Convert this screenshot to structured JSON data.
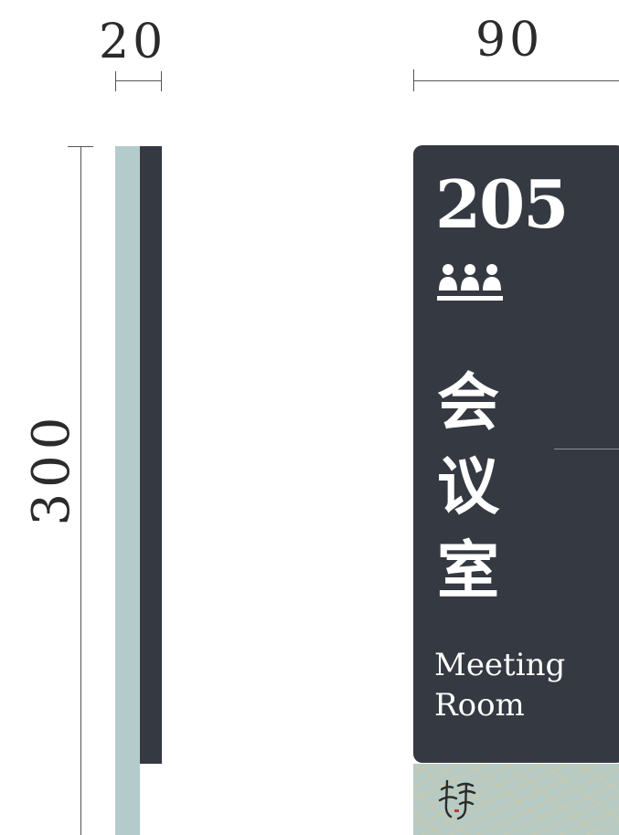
{
  "dimensions": {
    "side_width": "20",
    "front_width": "90",
    "height": "300"
  },
  "sign": {
    "room_number": "205",
    "icon": "meeting-people-icon",
    "room_name_cn": "会议室",
    "room_name_en": "Meeting Room"
  },
  "colors": {
    "panel": "#353941",
    "side_accent": "#b4cbcb",
    "pattern": "#b7cbc4",
    "text": "#ffffff"
  },
  "logo": {
    "icon": "calligraphy-logo"
  }
}
